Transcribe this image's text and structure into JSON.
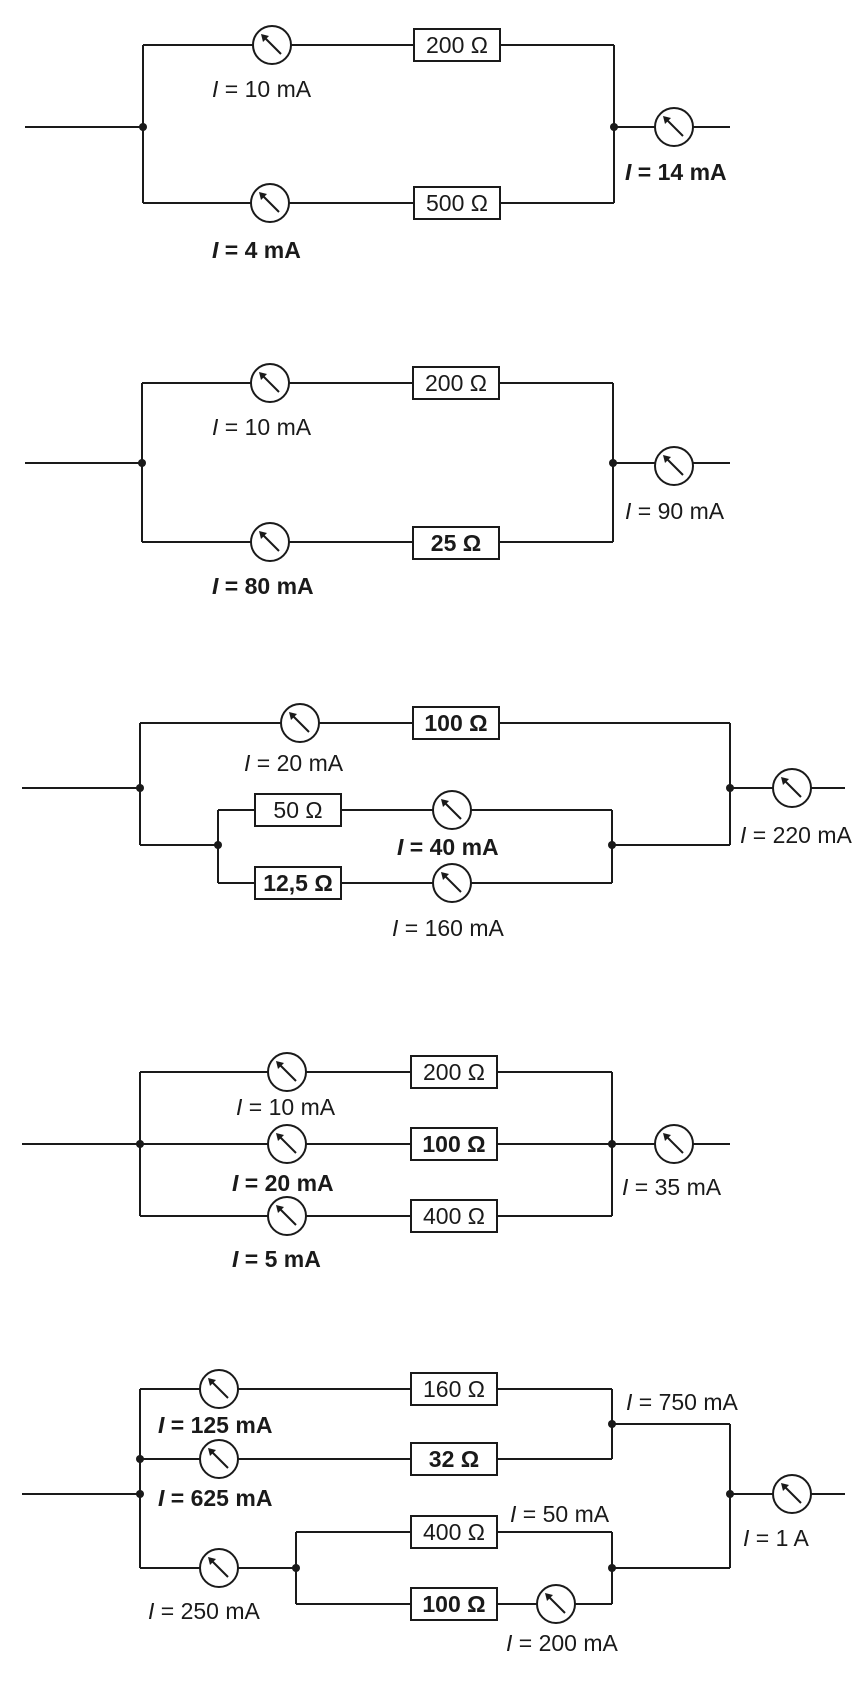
{
  "circuits": [
    {
      "resistors": [
        {
          "value": "200 Ω",
          "bold": false
        },
        {
          "value": "500 Ω",
          "bold": false
        }
      ],
      "labels": [
        {
          "text": "I = 10 mA",
          "bold": false
        },
        {
          "text": "I = 4 mA",
          "bold": true
        },
        {
          "text": "I = 14 mA",
          "bold": true
        }
      ]
    },
    {
      "resistors": [
        {
          "value": "200 Ω",
          "bold": false
        },
        {
          "value": "25 Ω",
          "bold": true
        }
      ],
      "labels": [
        {
          "text": "I = 10 mA",
          "bold": false
        },
        {
          "text": "I = 80 mA",
          "bold": true
        },
        {
          "text": "I = 90 mA",
          "bold": false
        }
      ]
    },
    {
      "resistors": [
        {
          "value": "100 Ω",
          "bold": true
        },
        {
          "value": "50 Ω",
          "bold": false
        },
        {
          "value": "12,5 Ω",
          "bold": true
        }
      ],
      "labels": [
        {
          "text": "I = 20 mA",
          "bold": false
        },
        {
          "text": "I = 40 mA",
          "bold": true
        },
        {
          "text": "I = 160 mA",
          "bold": false
        },
        {
          "text": "I = 220 mA",
          "bold": false
        }
      ]
    },
    {
      "resistors": [
        {
          "value": "200 Ω",
          "bold": false
        },
        {
          "value": "100 Ω",
          "bold": true
        },
        {
          "value": "400 Ω",
          "bold": false
        }
      ],
      "labels": [
        {
          "text": "I = 10 mA",
          "bold": false
        },
        {
          "text": "I = 20 mA",
          "bold": true
        },
        {
          "text": "I = 5 mA",
          "bold": true
        },
        {
          "text": "I = 35 mA",
          "bold": false
        }
      ]
    },
    {
      "resistors": [
        {
          "value": "160 Ω",
          "bold": false
        },
        {
          "value": "32 Ω",
          "bold": true
        },
        {
          "value": "400 Ω",
          "bold": false
        },
        {
          "value": "100 Ω",
          "bold": true
        }
      ],
      "labels": [
        {
          "text": "I = 125 mA",
          "bold": true
        },
        {
          "text": "I = 625 mA",
          "bold": true
        },
        {
          "text": "I = 250 mA",
          "bold": false
        },
        {
          "text": "I = 750 mA",
          "bold": false
        },
        {
          "text": "I = 50 mA",
          "bold": false
        },
        {
          "text": "I = 200 mA",
          "bold": false
        },
        {
          "text": "I = 1 A",
          "bold": false
        }
      ]
    }
  ]
}
